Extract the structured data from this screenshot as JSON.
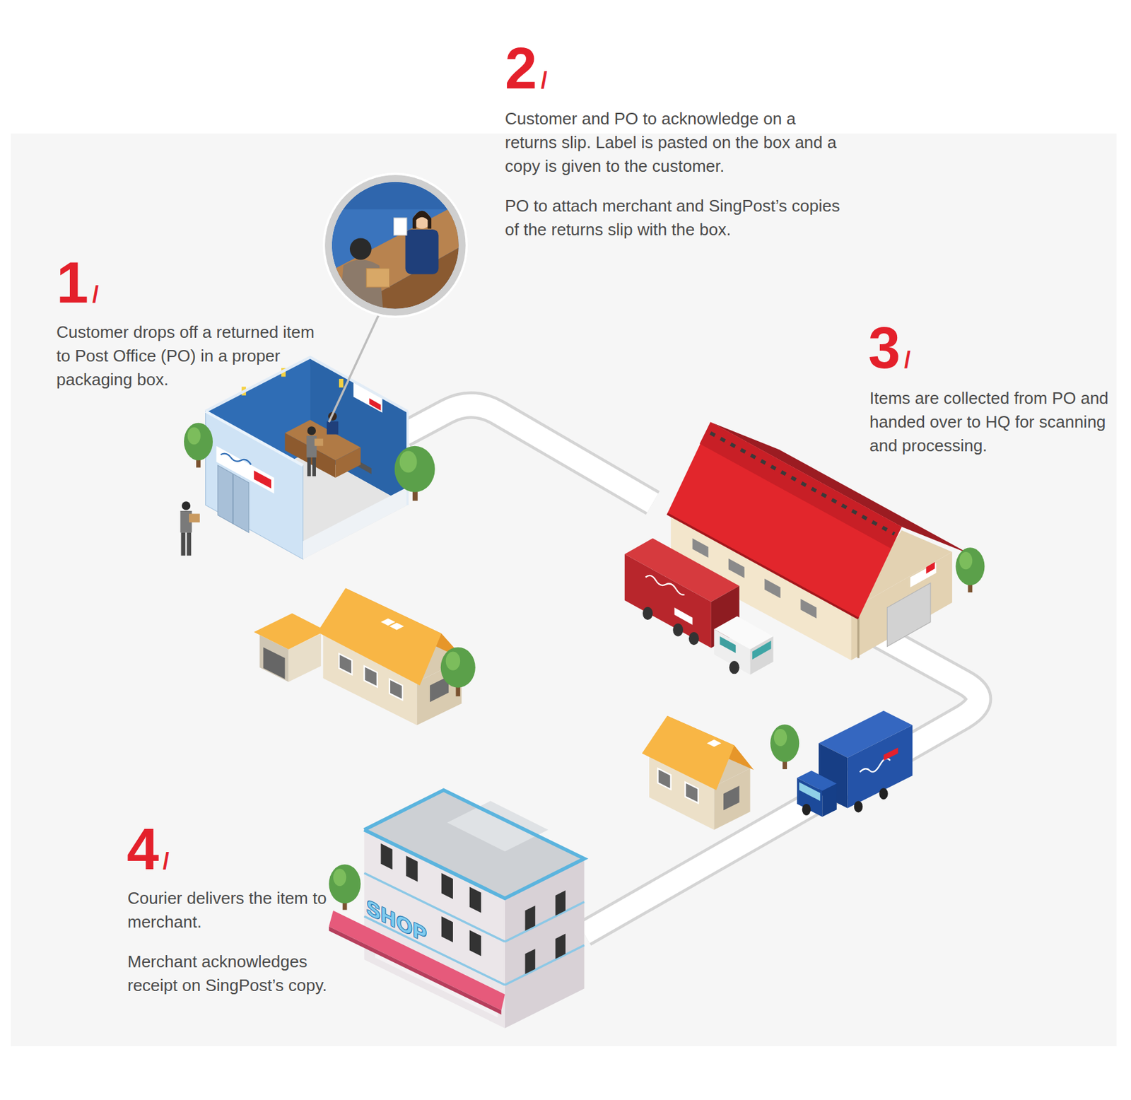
{
  "diagram": {
    "labels": [
      "1",
      "/",
      "Customer drops off a returned item to Post Office (PO) in a proper packaging box.",
      "2",
      "/",
      "Customer and PO to acknowledge on a returns slip. Label is pasted on the box and a copy is given to the customer.",
      "PO to attach merchant and SingPost’s copies of the returns slip with the box.",
      "3",
      "/",
      "Items are collected from PO and handed over to HQ for scanning and processing.",
      "4",
      "/",
      "Courier delivers the item to merchant.",
      "Merchant acknowledges receipt on SingPost’s copy.",
      "SHOP"
    ]
  }
}
